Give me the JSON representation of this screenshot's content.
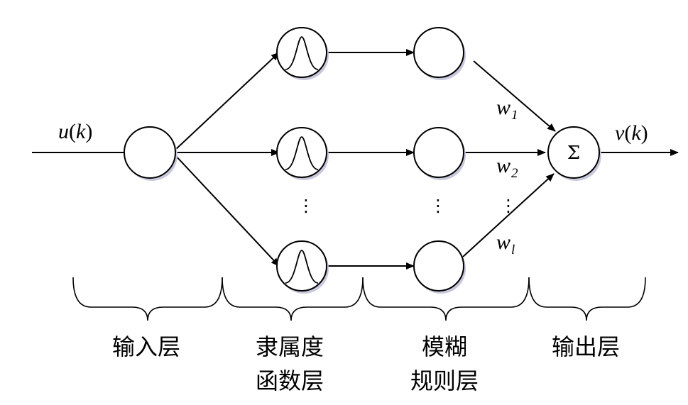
{
  "signals": {
    "input_var": "u",
    "input_arg": "k",
    "output_var": "v",
    "output_arg": "k"
  },
  "weights": [
    {
      "symbol": "w",
      "subscript": "1"
    },
    {
      "symbol": "w",
      "subscript": "2"
    },
    {
      "symbol": "w",
      "subscript": "l"
    }
  ],
  "summation_symbol": "Σ",
  "ellipsis": "⋮",
  "layers": {
    "input": [
      "输入层"
    ],
    "membership": [
      "隶属度",
      "函数层"
    ],
    "rule": [
      "模糊",
      "规则层"
    ],
    "output": [
      "输出层"
    ]
  }
}
